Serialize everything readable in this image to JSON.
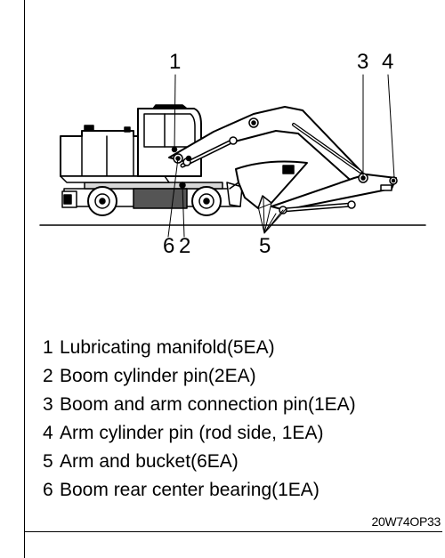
{
  "figure": {
    "callouts": {
      "c1": "1",
      "c2": "2",
      "c3": "3",
      "c4": "4",
      "c5": "5",
      "c6": "6"
    }
  },
  "legend": [
    {
      "num": "1",
      "text": "Lubricating manifold(5EA)"
    },
    {
      "num": "2",
      "text": "Boom cylinder pin(2EA)"
    },
    {
      "num": "3",
      "text": "Boom and arm connection pin(1EA)"
    },
    {
      "num": "4",
      "text": "Arm cylinder pin (rod side, 1EA)"
    },
    {
      "num": "5",
      "text": "Arm and bucket(6EA)"
    },
    {
      "num": "6",
      "text": "Boom rear center bearing(1EA)"
    }
  ],
  "figure_code": "20W74OP33"
}
